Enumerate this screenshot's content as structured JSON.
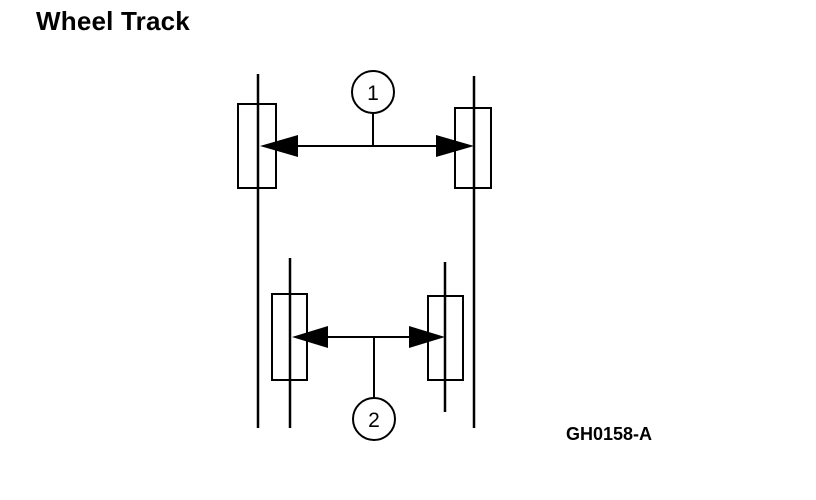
{
  "title": "Wheel Track",
  "figure_code": "GH0158-A",
  "callouts": [
    {
      "label": "1"
    },
    {
      "label": "2"
    }
  ],
  "colors": {
    "line": "#000000",
    "background": "#ffffff"
  }
}
